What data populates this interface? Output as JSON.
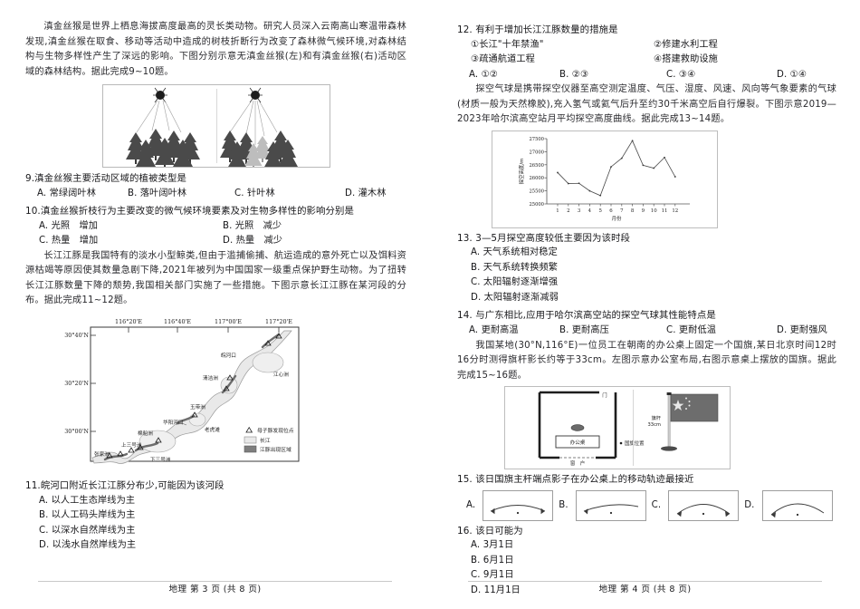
{
  "left": {
    "passage1": "滇金丝猴是世界上栖息海拔高度最高的灵长类动物。研究人员深入云南高山寒温带森林发现,滇金丝猴在取食、移动等活动中造成的树枝折断行为改变了森林微气候环境,对森林结构与生物多样性产生了深远的影响。下图分别示意无滇金丝猴(左)和有滇金丝猴(右)活动区域的森林结构。据此完成9~10题。",
    "q9": {
      "stem": "9.滇金丝猴主要活动区域的植被类型是",
      "options": [
        "A. 常绿阔叶林",
        "B. 落叶阔叶林",
        "C. 针叶林",
        "D. 灌木林"
      ]
    },
    "q10": {
      "stem": "10.滇金丝猴折枝行为主要改变的微气候环境要素及对生物多样性的影响分别是",
      "options": [
        "A. 光照　增加",
        "B. 光照　减少",
        "C. 热量　增加",
        "D. 热量　减少"
      ]
    },
    "passage2": "长江江豚是我国特有的淡水小型鲸类,但由于滥捕偷捕、航运造成的意外死亡以及饵料资源枯竭等原因使其数量急剧下降,2021年被列为中国国家一级重点保护野生动物。为了扭转长江江豚数量下降的颓势,我国相关部门实施了一些措施。下图示意长江江豚在某河段的分布。据此完成11~12题。",
    "q11": {
      "stem": "11.皖河口附近长江江豚分布少,可能因为该河段",
      "options": [
        "A. 以人工生态岸线为主",
        "B. 以人工码头岸线为主",
        "C. 以深水自然岸线为主",
        "D. 以浅水自然岸线为主"
      ]
    },
    "footer": "地理 第 3 页 (共 8 页)"
  },
  "map": {
    "lon_ticks": [
      "116°20'E",
      "116°40'E",
      "117°00'E",
      "117°20'E"
    ],
    "lat_ticks": [
      "30°40'N",
      "30°20'N",
      "30°00'N"
    ],
    "places": [
      "皖河口",
      "江心洲",
      "清洁洲",
      "玉带洲",
      "老虎滩",
      "华阳河口",
      "棉船洲",
      "上三号洲",
      "下三号洲",
      "张家洲"
    ],
    "legend": [
      {
        "symbol": "triangle",
        "label": "母子豚发现位点"
      },
      {
        "symbol": "light-swatch",
        "label": "长江"
      },
      {
        "symbol": "dark-swatch",
        "label": "江豚出现区域"
      }
    ]
  },
  "right": {
    "q12": {
      "stem": "12. 有利于增加长江江豚数量的措施是",
      "items": [
        "①长江\"十年禁渔\"",
        "②修建水利工程",
        "③疏通航道工程",
        "④搭建救助设施"
      ],
      "options": [
        "A. ①②",
        "B. ②③",
        "C. ③④",
        "D. ①④"
      ]
    },
    "passage3": "探空气球是携带探空仪器至高空测定温度、气压、湿度、风速、风向等气象要素的气球(材质一般为天然橡胶),充入氢气或氦气后升至约30千米高空后自行爆裂。下图示意2019—2023年哈尔滨高空站月平均探空高度曲线。据此完成13~14题。",
    "q13": {
      "stem": "13. 3—5月探空高度较低主要因为该时段",
      "options": [
        "A. 天气系统相对稳定",
        "B. 天气系统转换频繁",
        "C. 太阳辐射逐渐增强",
        "D. 太阳辐射逐渐减弱"
      ]
    },
    "q14": {
      "stem": "14. 与广东相比,应用于哈尔滨高空站的探空气球其性能特点是",
      "options": [
        "A. 更耐高温",
        "B. 更耐高压",
        "C. 更耐低温",
        "D. 更耐强风"
      ]
    },
    "passage4": "我国某地(30°N,116°E)一位员工在朝南的办公桌上固定一个国旗,某日北京时间12时16分时测得旗杆影长约等于33cm。左图示意办公室布局,右图示意桌上摆放的国旗。据此完成15~16题。",
    "q15": {
      "stem": "15. 该日国旗主杆端点影子在办公桌上的移动轨迹最接近",
      "labels": [
        "A.",
        "B.",
        "C.",
        "D."
      ]
    },
    "q16": {
      "stem": "16. 该日可能为",
      "options": [
        "A. 3月1日",
        "B. 6月1日",
        "C. 9月1日",
        "D. 11月1日"
      ]
    },
    "footer": "地理 第 4 页 (共 8 页)"
  },
  "office": {
    "desk_label": "办公桌",
    "window_label": "窗　户",
    "door_label": "门",
    "flag_position_label": "国旗位置",
    "pole_label": "旗杆",
    "pole_length": "33cm"
  },
  "chart_data": {
    "type": "line",
    "title": "",
    "xlabel": "月份",
    "ylabel": "探空高度/m",
    "categories": [
      "1",
      "2",
      "3",
      "4",
      "5",
      "6",
      "7",
      "8",
      "9",
      "10",
      "11",
      "12"
    ],
    "values": [
      26200,
      25780,
      25790,
      25500,
      25320,
      26420,
      26750,
      27420,
      26480,
      26370,
      26780,
      26040
    ],
    "ylim": [
      25000,
      27500
    ],
    "yticks": [
      25000,
      25500,
      26000,
      26500,
      27000,
      27500
    ],
    "grid": false,
    "legend": "none",
    "marker": "dot"
  }
}
